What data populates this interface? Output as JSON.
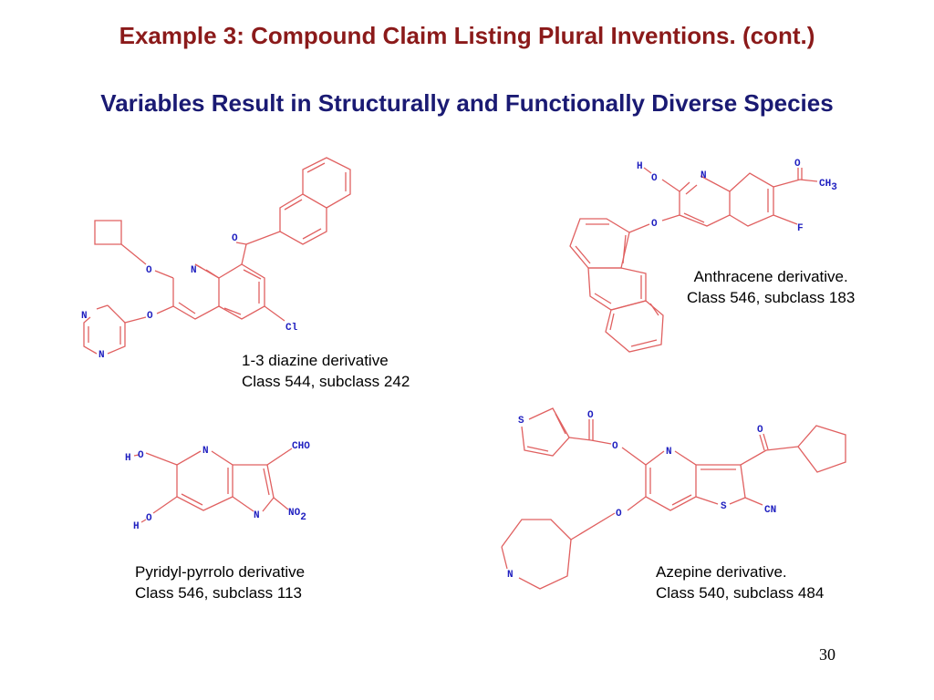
{
  "slide": {
    "title": "Example 3:  Compound Claim Listing Plural Inventions.  (cont.)",
    "subtitle": "Variables Result in Structurally and Functionally Diverse Species",
    "page_number": "30"
  },
  "colors": {
    "title": "#8B1A1A",
    "subtitle": "#1A1A73",
    "bond": "#E06060",
    "atom_label": "#2020C0",
    "text": "#000000"
  },
  "structures": [
    {
      "id": "diazine",
      "caption_line1": "1-3 diazine derivative",
      "caption_line2": "Class 544, subclass 242",
      "atoms": {
        "o_carbonyl": "O",
        "n_ring": "N",
        "o1": "O",
        "o2": "O",
        "cl": "Cl",
        "n_pyr1": "N",
        "n_pyr2": "N"
      }
    },
    {
      "id": "anthracene",
      "caption_line1": "Anthracene derivative.",
      "caption_line2": "Class 546, subclass 183",
      "atoms": {
        "h": "H",
        "o_h": "O",
        "n_ring": "N",
        "o_carbonyl": "O",
        "ch3": "CH",
        "ch3_sub": "3",
        "o_ether": "O",
        "f": "F"
      }
    },
    {
      "id": "pyridyl-pyrrolo",
      "caption_line1": "Pyridyl-pyrrolo derivative",
      "caption_line2": "Class 546, subclass 113",
      "atoms": {
        "h1": "H",
        "o1": "O",
        "n_ring": "N",
        "cho": "CHO",
        "h2": "H",
        "o2": "O",
        "n_pyrrole": "N",
        "no2": "NO",
        "no2_sub": "2"
      }
    },
    {
      "id": "azepine",
      "caption_line1": "Azepine derivative.",
      "caption_line2": "Class 540, subclass 484",
      "atoms": {
        "s_thio": "S",
        "o_carbonyl1": "O",
        "o_ester": "O",
        "n_ring": "N",
        "o_carbonyl2": "O",
        "s_ring": "S",
        "cn": "CN",
        "o_ether": "O",
        "n_azepine": "N"
      }
    }
  ]
}
